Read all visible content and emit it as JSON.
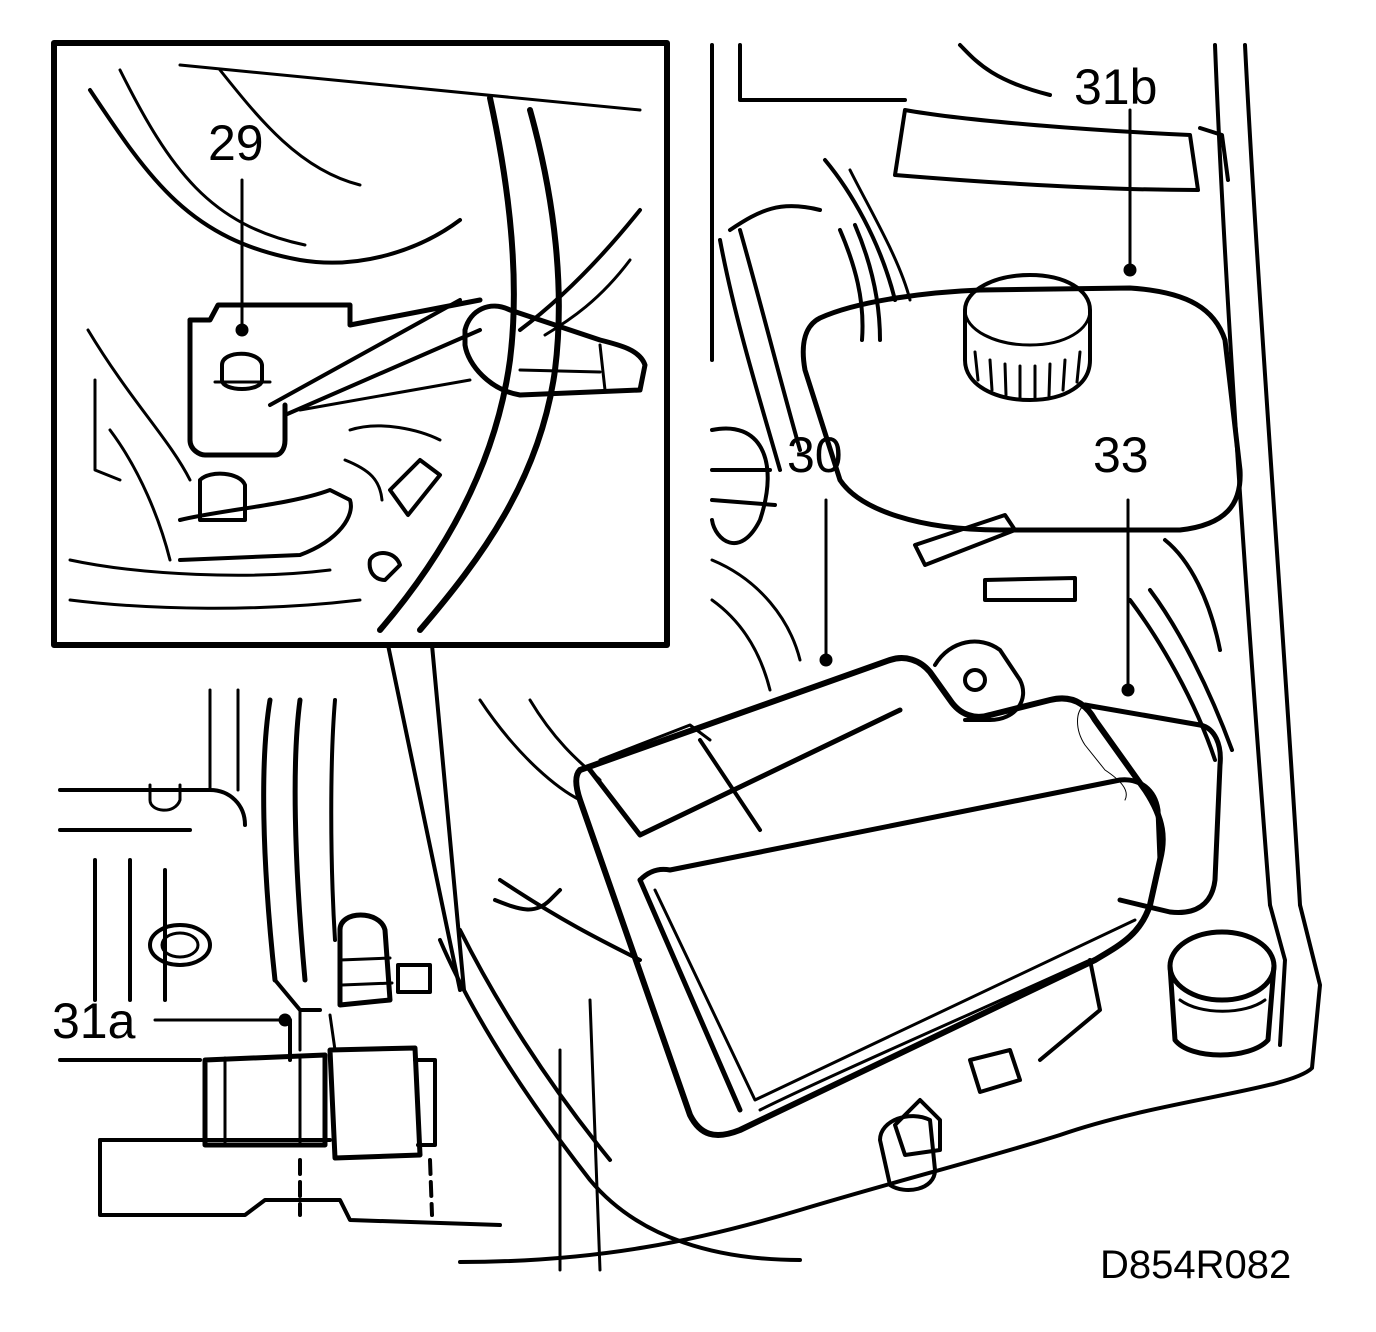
{
  "figure_id": "D854R082",
  "callouts": {
    "c29": "29",
    "c30": "30",
    "c31a": "31a",
    "c31b": "31b",
    "c33": "33"
  },
  "colors": {
    "ink": "#000000",
    "paper": "#ffffff"
  }
}
